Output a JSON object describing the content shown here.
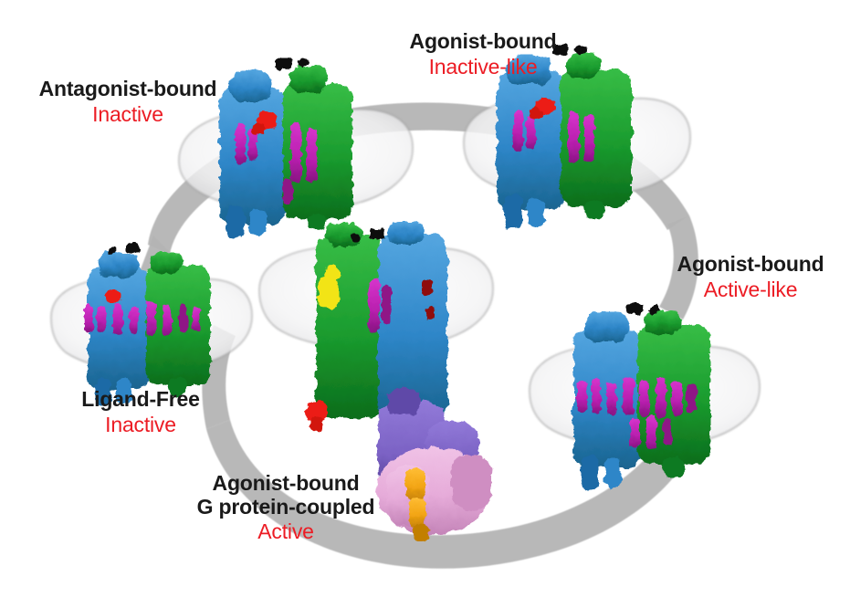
{
  "figure": {
    "title": "GPCR conformational state cycle",
    "background_color": "#ffffff",
    "arrow_color": "#b4b4b4",
    "nanodisc_color": "#f2f2f2",
    "nanodisc_outline": "#9a9a9a"
  },
  "palette": {
    "blue": "#2e86c8",
    "blue_dark": "#1c6ba6",
    "green": "#1a9b2e",
    "green_dark": "#0f7a22",
    "magenta": "#b81fae",
    "magenta_dark": "#8f1686",
    "red": "#ec1c16",
    "dark_red": "#8f1008",
    "black": "#111111",
    "yellow": "#f2e418",
    "purple": "#7b62c4",
    "purple_dark": "#5f48a8",
    "pink": "#e6abd9",
    "pink_dark": "#cf8ec2",
    "orange": "#f2a413",
    "label_text": "#1a1a1a",
    "status_text": "#ec1c24"
  },
  "states": [
    {
      "id": "antagonist-bound",
      "title_lines": [
        "Antagonist-bound"
      ],
      "status": "Inactive",
      "has_g_protein": false,
      "has_nanodisc": true,
      "position": "top-left"
    },
    {
      "id": "agonist-bound-inactive-like",
      "title_lines": [
        "Agonist-bound"
      ],
      "status": "Inactive-like",
      "has_g_protein": false,
      "has_nanodisc": true,
      "position": "top-right"
    },
    {
      "id": "agonist-bound-active-like",
      "title_lines": [
        "Agonist-bound"
      ],
      "status": "Active-like",
      "has_g_protein": false,
      "has_nanodisc": true,
      "position": "right"
    },
    {
      "id": "agonist-bound-g-protein-coupled",
      "title_lines": [
        "Agonist-bound",
        "G protein-coupled"
      ],
      "status": "Active",
      "has_g_protein": true,
      "has_nanodisc": true,
      "position": "center-bottom"
    },
    {
      "id": "ligand-free",
      "title_lines": [
        "Ligand-Free"
      ],
      "status": "Inactive",
      "has_g_protein": false,
      "has_nanodisc": true,
      "position": "left"
    }
  ],
  "labels": {
    "antagonist": {
      "line1": "Antagonist-bound",
      "status": "Inactive"
    },
    "agonist_inactive": {
      "line1": "Agonist-bound",
      "status": "Inactive-like"
    },
    "agonist_active": {
      "line1": "Agonist-bound",
      "status": "Active-like"
    },
    "ligand_free": {
      "line1": "Ligand-Free",
      "status": "Inactive"
    },
    "g_protein": {
      "line1": "Agonist-bound",
      "line2": "G protein-coupled",
      "status": "Active"
    }
  }
}
